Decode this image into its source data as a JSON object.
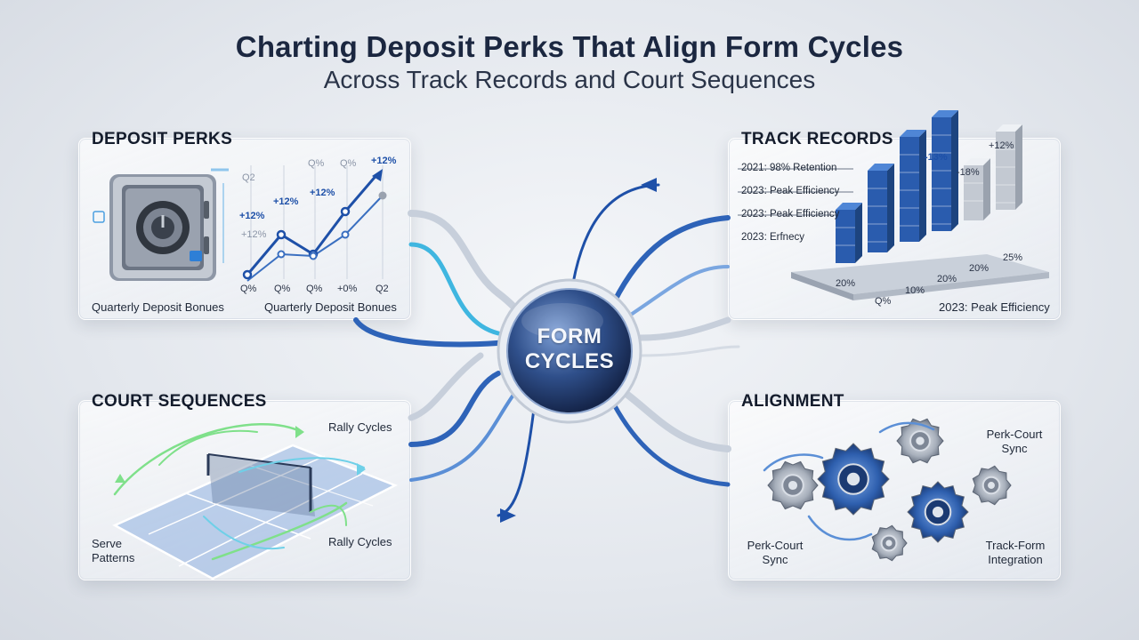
{
  "title": "Charting Deposit Perks That Align Form Cycles",
  "subtitle": "Across Track Records and Court Sequences",
  "center": {
    "line1": "FORM",
    "line2": "CYCLES"
  },
  "deposit": {
    "heading": "DEPOSIT PERKS",
    "caption_left": "Quarterly Deposit Bonues",
    "caption_right": "Quarterly Deposit Bonues",
    "top_labels": [
      "Q2",
      "Q%",
      "Q%"
    ],
    "point_labels": [
      "+12%",
      "+12%",
      "+12%",
      "+12%"
    ],
    "ghost_label": "+12%",
    "x_ticks": [
      "Q%",
      "Q%",
      "Q%",
      "+0%",
      "Q2"
    ]
  },
  "track": {
    "heading": "TRACK RECORDS",
    "entries": [
      "2021: 98% Retention",
      "2023: Peak Efficiency",
      "2023: Peak Efficiency",
      "2023: Erfnecy"
    ],
    "bar_top_labels": [
      "-13%",
      "-18%",
      "+12%"
    ],
    "axis_labels": [
      "20%",
      "Q%",
      "10%",
      "20%",
      "20%",
      "25%"
    ],
    "caption": "2023: Peak Efficiency"
  },
  "court": {
    "heading": "COURT SEQUENCES",
    "label_top": "Rally Cycles",
    "label_bottom": "Rally Cycles",
    "serve_line1": "Serve",
    "serve_line2": "Patterns"
  },
  "align": {
    "heading": "ALIGNMENT",
    "label_right_top_1": "Perk-Court",
    "label_right_top_2": "Sync",
    "label_left_bottom_1": "Perk-Court",
    "label_left_bottom_2": "Sync",
    "label_right_bottom_1": "Track-Form",
    "label_right_bottom_2": "Integration"
  },
  "colors": {
    "accent": "#1e50a8",
    "cyan": "#3fb6e0",
    "green": "#7fe08a",
    "dark": "#1b2740"
  }
}
